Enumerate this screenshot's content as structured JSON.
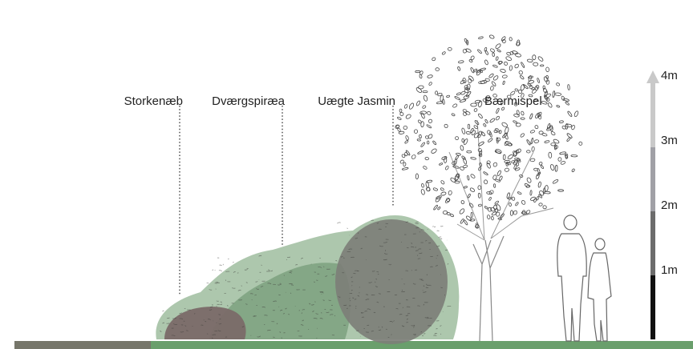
{
  "labels": {
    "storkenaeb": "Storkenæb",
    "dvaergspiraea": "Dværgspiræa",
    "uaegte_jasmin": "Uægte Jasmin",
    "baermispel": "Bærmispel"
  },
  "scale": {
    "m4": "4m",
    "m3": "3m",
    "m2": "2m",
    "m1": "1m"
  },
  "colors": {
    "ground_green": "#6a9f6c",
    "ground_dark": "#76766a",
    "shrub_green": "#9fbd9f",
    "shrub_dark_green": "#7fa382",
    "jasmin_grey": "#7d7f78",
    "storkenaeb_brown": "#7a6a68",
    "scale_black": "#111111",
    "scale_dark_grey": "#6c6c6c",
    "scale_mid_grey": "#a0a0a6",
    "scale_light_grey": "#c9c9c9"
  }
}
